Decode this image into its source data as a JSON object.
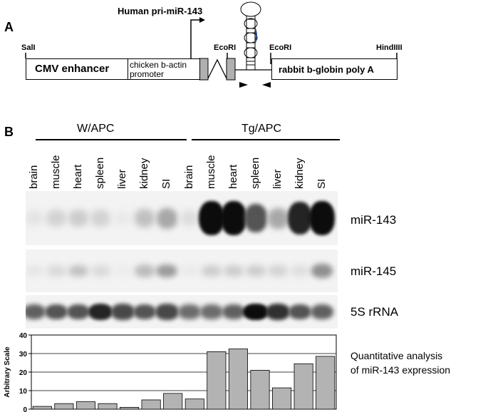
{
  "panel_a": {
    "label": "A",
    "promoter_title": "Human pri-miR-143",
    "sites": {
      "sali": "SalI",
      "ecori_1": "EcoRI",
      "ecori_2": "EcoRI",
      "hindiii": "HindIIII"
    },
    "boxes": {
      "cmv": "CMV enhancer",
      "actin_line1": "chicken b-actin",
      "actin_line2": "promoter",
      "globin": "rabbit b-globin poly A"
    }
  },
  "panel_b": {
    "label": "B",
    "groups": [
      "W/APC",
      "Tg/APC"
    ],
    "lanes": [
      "brain",
      "muscle",
      "heart",
      "spleen",
      "liver",
      "kidney",
      "SI",
      "brain",
      "muscle",
      "heart",
      "spleen",
      "liver",
      "kidney",
      "SI"
    ],
    "blots": [
      {
        "label": "miR-143",
        "intensity": [
          0.05,
          0.12,
          0.15,
          0.12,
          0.03,
          0.2,
          0.3,
          0.08,
          0.95,
          0.95,
          0.65,
          0.3,
          0.85,
          0.95
        ]
      },
      {
        "label": "miR-145",
        "intensity": [
          0.05,
          0.1,
          0.2,
          0.1,
          0.02,
          0.22,
          0.35,
          0.03,
          0.15,
          0.15,
          0.15,
          0.12,
          0.08,
          0.4
        ]
      },
      {
        "label": "5S rRNA",
        "intensity": [
          0.6,
          0.65,
          0.65,
          0.85,
          0.7,
          0.65,
          0.7,
          0.55,
          0.55,
          0.6,
          0.95,
          0.8,
          0.65,
          0.6
        ]
      }
    ]
  },
  "chart_caption": {
    "line1": "Quantitative analysis",
    "line2": "of miR-143 expression"
  },
  "chart_data": {
    "type": "bar",
    "categories": [
      "brain",
      "muscle",
      "heart",
      "spleen",
      "liver",
      "kidney",
      "SI",
      "brain",
      "muscle",
      "heart",
      "spleen",
      "liver",
      "kidney",
      "SI"
    ],
    "values": [
      1.5,
      3,
      4,
      3,
      1,
      5,
      8.5,
      5.5,
      31,
      32.5,
      21,
      11.5,
      24.5,
      28.5
    ],
    "ylabel": "Arbitrary Scale",
    "ylim": [
      0,
      40
    ],
    "yticks": [
      0,
      10,
      20,
      30,
      40
    ],
    "grid": true,
    "bar_color": "#b3b3b3"
  }
}
